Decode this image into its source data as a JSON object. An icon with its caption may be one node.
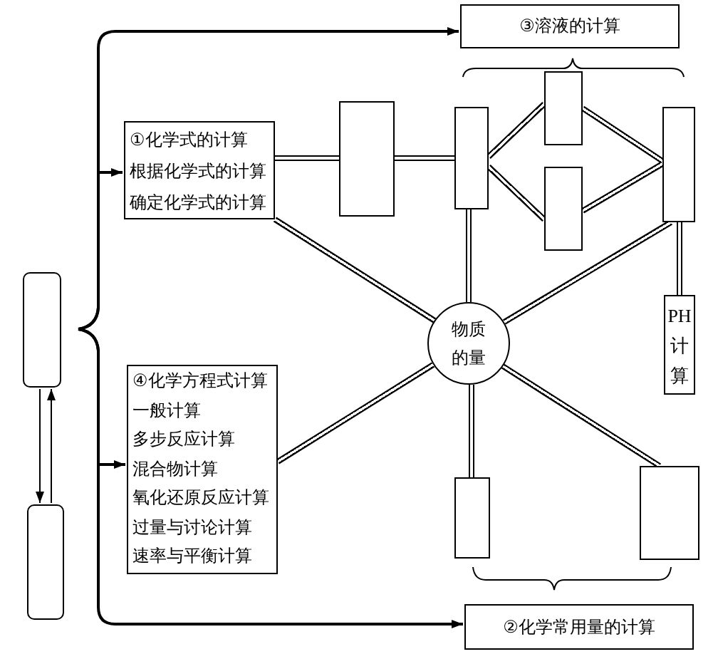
{
  "diagram": {
    "nodes": [
      {
        "text": [
          "③溶液的计算"
        ]
      },
      {
        "text": [
          "①化学式的计算",
          "根据化学式的计算",
          "确定化学式的计算"
        ]
      },
      {
        "text": [],
        "shape": "box"
      },
      {
        "text": [],
        "shape": "box"
      },
      {
        "text": [],
        "shape": "box"
      },
      {
        "text": [],
        "shape": "box"
      },
      {
        "text": [],
        "shape": "box"
      },
      {
        "text": [],
        "shape": "box"
      },
      {
        "text": [
          "物质的量"
        ]
      },
      {
        "text": [
          "PH计算"
        ]
      },
      {
        "text": [
          "④化学方程式计算",
          "一般计算",
          "多步反应计算",
          "混合物计算",
          "氧化还原反应计算",
          "过量与讨论计算",
          "速率与平衡计算"
        ]
      },
      {
        "text": [],
        "shape": "box"
      },
      {
        "text": [],
        "shape": "box"
      },
      {
        "text": [],
        "shape": "box"
      },
      {
        "text": [
          "②化学常用量的计算"
        ]
      }
    ],
    "edges": [
      {
        "from": 7,
        "to": 0,
        "arrow": "to"
      },
      {
        "from": 7,
        "to": 1,
        "arrow": "to"
      },
      {
        "from": 7,
        "to": 10,
        "arrow": "to"
      },
      {
        "from": 7,
        "to": 14,
        "arrow": "to"
      },
      {
        "from": 7,
        "to": 11,
        "arrow": "to"
      },
      {
        "from": 11,
        "to": 7,
        "arrow": "to"
      },
      {
        "from": 1,
        "to": 2,
        "arrow": "none"
      },
      {
        "from": 2,
        "to": 3,
        "arrow": "none"
      },
      {
        "from": 3,
        "to": 4,
        "arrow": "none"
      },
      {
        "from": 3,
        "to": 5,
        "arrow": "none"
      },
      {
        "from": 4,
        "to": 6,
        "arrow": "none"
      },
      {
        "from": 5,
        "to": 6,
        "arrow": "none"
      },
      {
        "from": 6,
        "to": 9,
        "arrow": "none"
      },
      {
        "from": 3,
        "to": 8,
        "arrow": "none"
      },
      {
        "from": 1,
        "to": 8,
        "arrow": "none"
      },
      {
        "from": 6,
        "to": 8,
        "arrow": "none"
      },
      {
        "from": 10,
        "to": 8,
        "arrow": "none"
      },
      {
        "from": 8,
        "to": 12,
        "arrow": "none"
      },
      {
        "from": 8,
        "to": 13,
        "arrow": "none"
      }
    ]
  }
}
